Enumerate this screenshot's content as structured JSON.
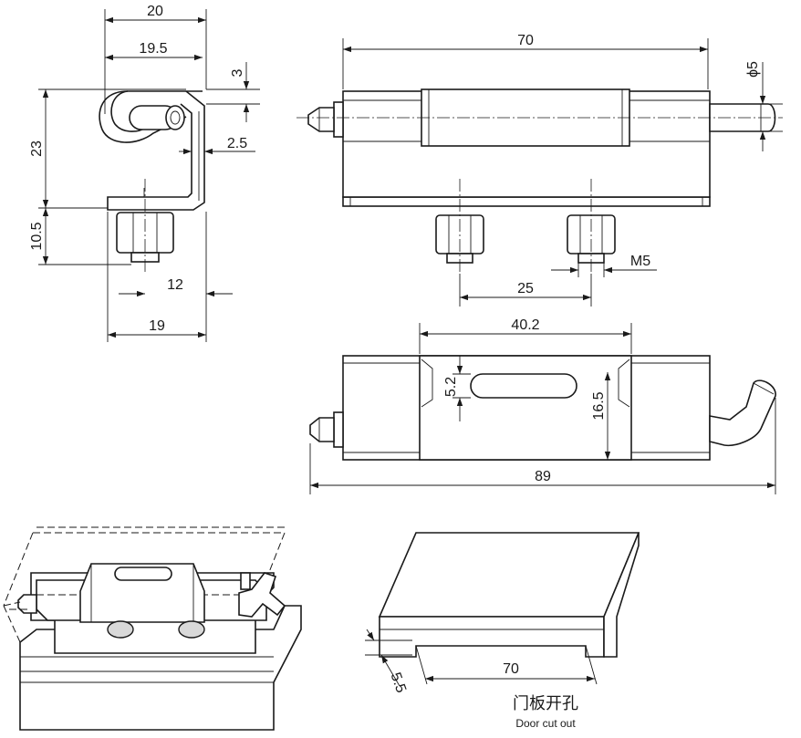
{
  "dimensions": {
    "side_top_width": "20",
    "side_inner_width": "19.5",
    "side_top_thickness": "3",
    "side_height": "23",
    "side_wall": "2.5",
    "side_lower_height": "10.5",
    "side_bolt_offset": "12",
    "side_base_width": "19",
    "front_length": "70",
    "pin_diameter": "ϕ5",
    "bolt_spacing": "25",
    "thread": "M5",
    "top_slot_length": "40.2",
    "slot_height": "5.2",
    "top_width": "16.5",
    "overall_length": "89",
    "cutout_length": "70",
    "cutout_depth": "5.5"
  },
  "captions": {
    "cutout_cn": "门板开孔",
    "cutout_en": "Door cut out"
  },
  "colors": {
    "line": "#1a1a1a",
    "background": "#ffffff",
    "shade": "#d9d9d9"
  }
}
